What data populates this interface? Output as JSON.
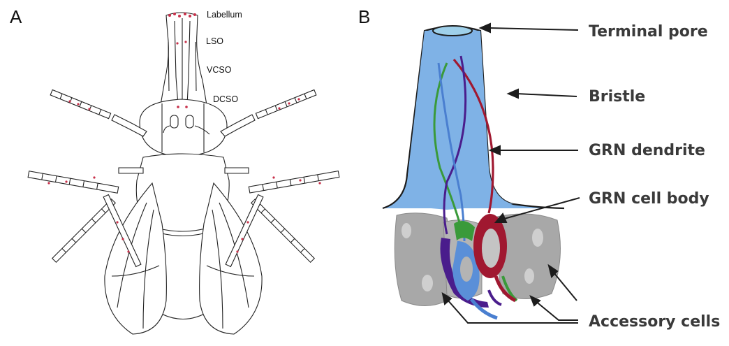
{
  "panel_a": {
    "letter": "A",
    "labels": {
      "labellum": "Labellum",
      "lso": "LSO",
      "vcso": "VCSO",
      "dcso": "DCSO"
    }
  },
  "panel_b": {
    "letter": "B",
    "labels": {
      "terminal_pore": "Terminal pore",
      "bristle": "Bristle",
      "grn_dendrite": "GRN dendrite",
      "grn_cell_body": "GRN cell body",
      "accessory_cells": "Accessory cells"
    }
  },
  "colors": {
    "bristle_fill": "#7fb2e6",
    "dendrite_red": "#a01830",
    "dendrite_green": "#3a9a3a",
    "dendrite_purple": "#4a1d8c",
    "dendrite_blue": "#4a7fd0",
    "accessory_gray": "#a8a8a8",
    "sensilla_dots": "#c8304a"
  }
}
